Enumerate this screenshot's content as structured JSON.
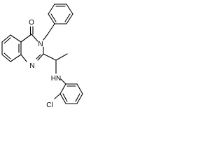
{
  "molecule": {
    "atoms": {
      "oxygen": "O",
      "ring_nitrogen_3": "N",
      "ring_nitrogen_1": "N",
      "amine": "HN",
      "chlorine": "Cl"
    }
  }
}
